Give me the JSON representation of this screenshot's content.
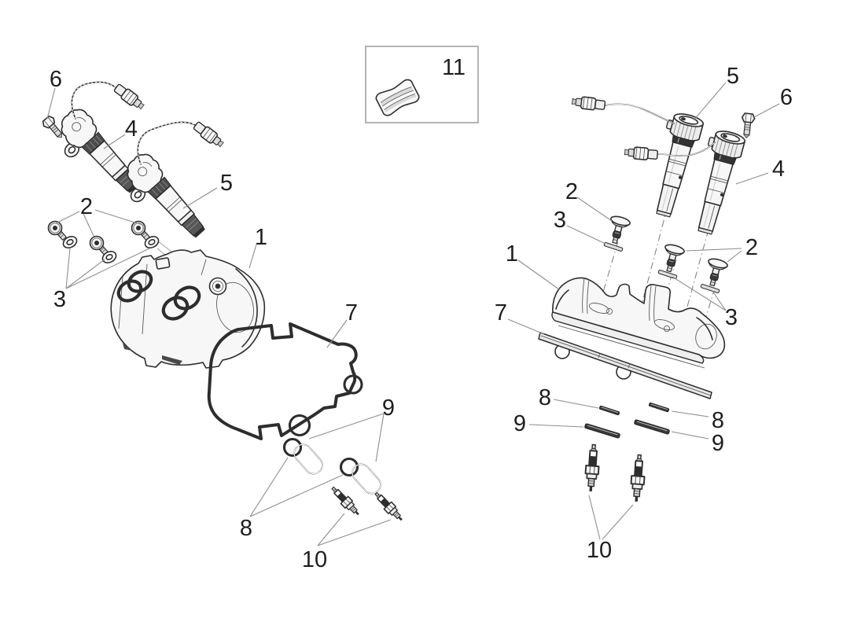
{
  "diagram": {
    "kind": "exploded-parts-diagram",
    "views": [
      "left-assembly",
      "right-assembly"
    ],
    "colors": {
      "background": "#ffffff",
      "outline": "#2d2d2d",
      "leader_line": "#8e8e8e",
      "dark_fill": "#383838",
      "inset_border": "#9a9a9a",
      "label_text": "#1e1e1e"
    },
    "callouts": {
      "left": {
        "n6": "6",
        "n4": "4",
        "n5": "5",
        "n2": "2",
        "n3": "3",
        "n1": "1",
        "n7": "7",
        "n9": "9",
        "n8": "8",
        "n10": "10"
      },
      "inset": {
        "n11": "11"
      },
      "right": {
        "n5": "5",
        "n6": "6",
        "n4": "4",
        "n2_upper": "2",
        "n3_upper": "3",
        "n2_lower": "2",
        "n1": "1",
        "n3_lower": "3",
        "n7": "7",
        "n8_left": "8",
        "n8_right": "8",
        "n9_left": "9",
        "n9_right": "9",
        "n10": "10"
      }
    }
  }
}
